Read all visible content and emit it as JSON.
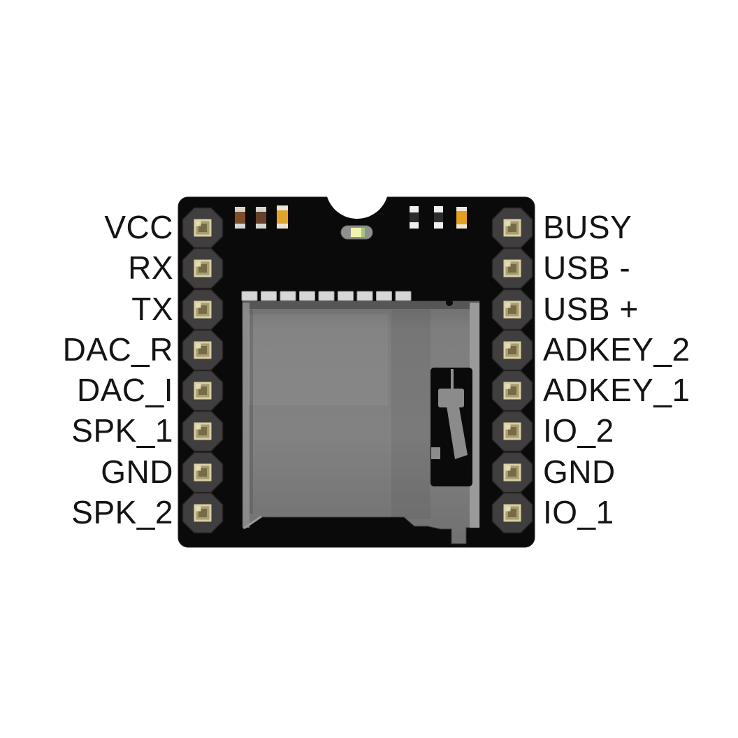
{
  "diagram": {
    "kind": "mp3-module-pinout",
    "background": "#ffffff"
  },
  "pins": {
    "left": [
      "VCC",
      "RX",
      "TX",
      "DAC_R",
      "DAC_I",
      "SPK_1",
      "GND",
      "SPK_2"
    ],
    "right": [
      "BUSY",
      "USB -",
      "USB +",
      "ADKEY_2",
      "ADKEY_1",
      "IO_2",
      "GND",
      "IO_1"
    ]
  },
  "colors": {
    "board_black": "#0a0a0a",
    "pin_octagon": "#403e3f",
    "pad_gold_outer": "#d8d0a3",
    "pad_gold_mid": "#a89d72",
    "pad_gold_core": "#756c45",
    "slot_gray": "#7c7c7c",
    "slot_contact": "#d6d6d6",
    "led_body": "#8f918e",
    "led_yellow": "#f0f3ad",
    "led_green": "#a3c47e",
    "resistor_brown_1": "#7e4d2a",
    "resistor_brown_2": "#64422b",
    "capacitor_orange": "#dfa42e",
    "resistor_dark": "#2c2c2c",
    "component_cap_white": "#f0efec",
    "label_text": "#141414"
  }
}
